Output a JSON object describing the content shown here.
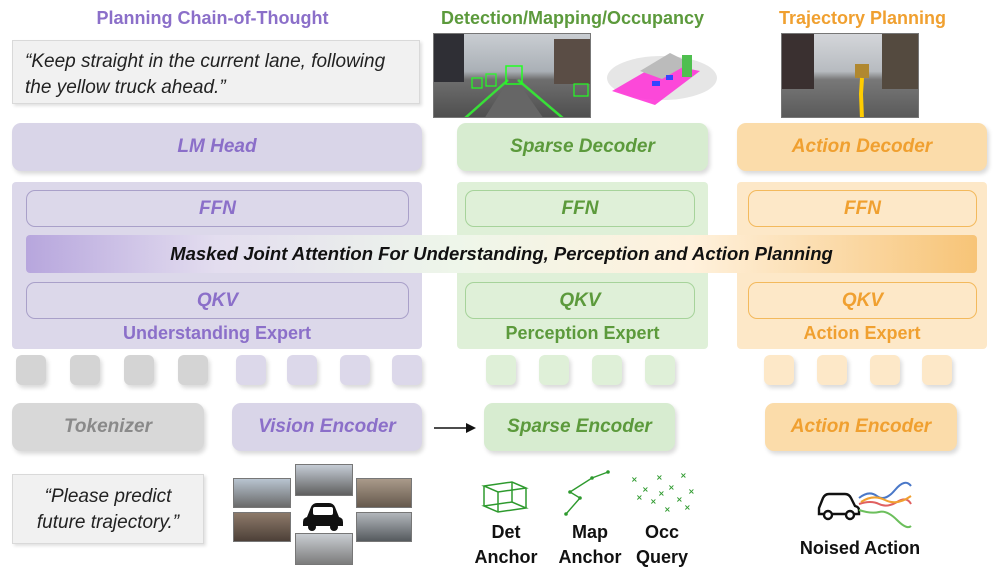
{
  "columns": {
    "understanding": {
      "header": "Planning Chain-of-Thought",
      "head": "LM Head",
      "ffn": "FFN",
      "qkv": "QKV",
      "expert": "Understanding Expert",
      "color": "#8b6fc9"
    },
    "perception": {
      "header": "Detection/Mapping/Occupancy",
      "head": "Sparse Decoder",
      "ffn": "FFN",
      "qkv": "QKV",
      "expert": "Perception Expert",
      "color": "#5c9a3c"
    },
    "action": {
      "header": "Trajectory Planning",
      "head": "Action Decoder",
      "ffn": "FFN",
      "qkv": "QKV",
      "expert": "Action Expert",
      "color": "#f0a030"
    }
  },
  "attention_bar": "Masked Joint Attention For Understanding, Perception and Action Planning",
  "output_quote": "“Keep straight in the current lane, following the yellow truck ahead.”",
  "input_quote": "“Please predict future trajectory.”",
  "encoders": {
    "tokenizer": "Tokenizer",
    "vision": "Vision Encoder",
    "sparse": "Sparse Encoder",
    "action": "Action Encoder"
  },
  "inputs": {
    "det_anchor": "Det Anchor",
    "map_anchor": "Map Anchor",
    "occ_query": "Occ Query",
    "noised_action": "Noised Action"
  },
  "colors": {
    "purple_fill": "#dcd8ea",
    "purple_box": "#d9d5e8",
    "green_fill": "#dff0d8",
    "green_box": "#d7ecd0",
    "orange_fill": "#fde8c8",
    "orange_box": "#fbdcaa",
    "gray_box": "#d8d8d8"
  }
}
